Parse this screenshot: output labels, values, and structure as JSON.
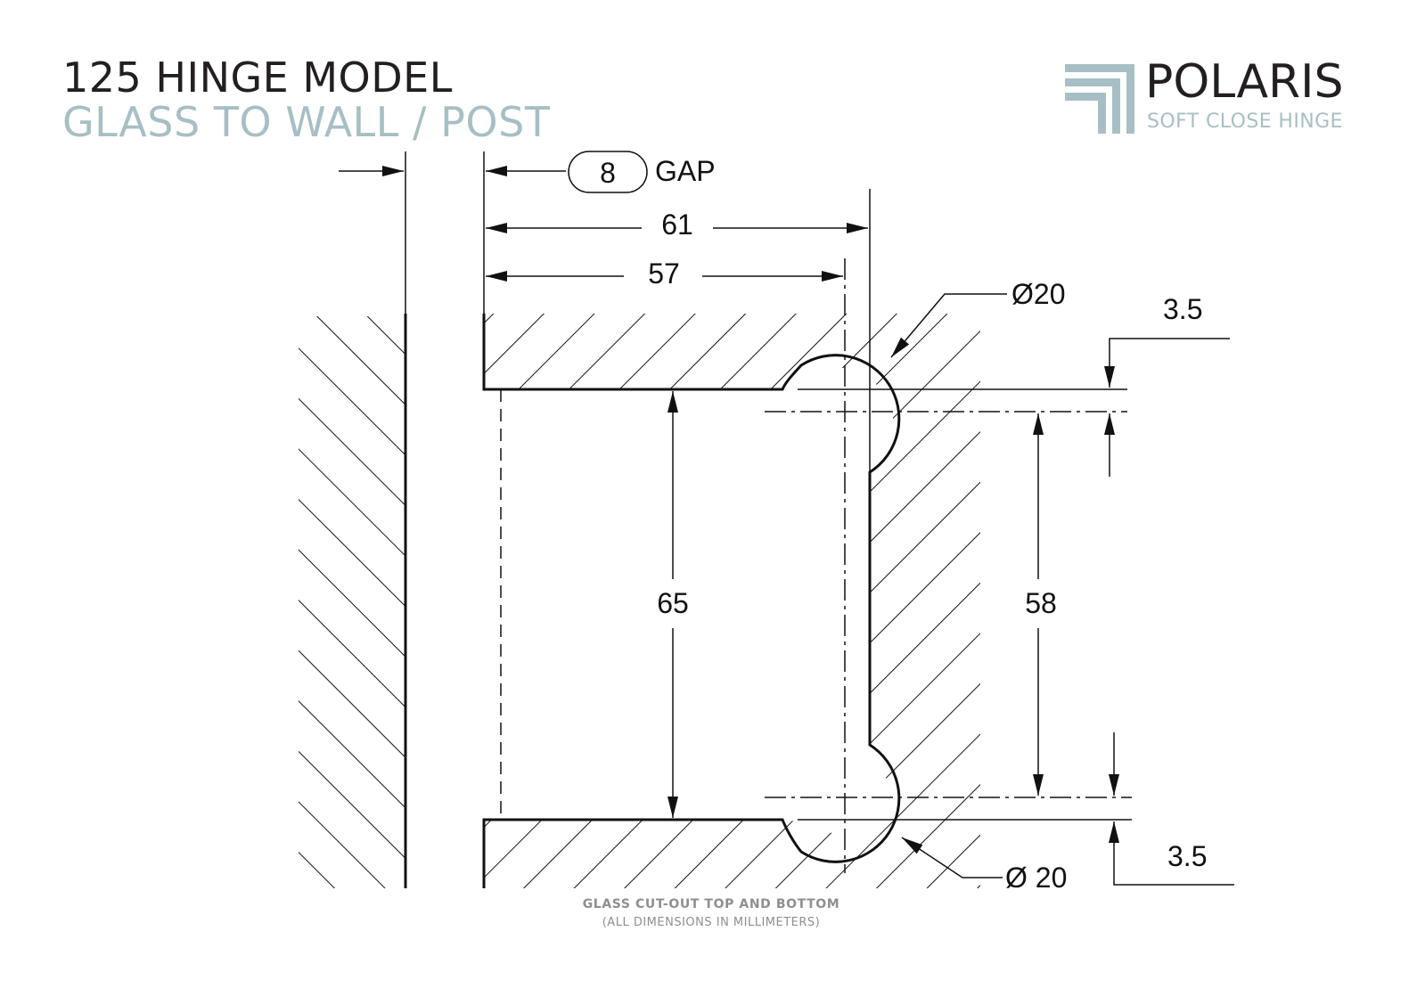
{
  "header": {
    "title": "125 HINGE MODEL",
    "subtitle": "GLASS TO WALL / POST"
  },
  "brand": {
    "name": "POLARIS",
    "tagline": "SOFT CLOSE HINGE",
    "accent_color": "#a7bfc4"
  },
  "dimensions": {
    "gap_value": "8",
    "gap_label": "GAP",
    "width_overall": "61",
    "width_inner": "57",
    "height_cutout": "65",
    "height_centers": "58",
    "diameter_top": "Ø20",
    "diameter_bottom": "Ø 20",
    "offset_top": "3.5",
    "offset_bottom": "3.5"
  },
  "notes": {
    "line1": "GLASS CUT-OUT TOP AND BOTTOM",
    "line2": "(ALL DIMENSIONS IN MILLIMETERS)"
  }
}
